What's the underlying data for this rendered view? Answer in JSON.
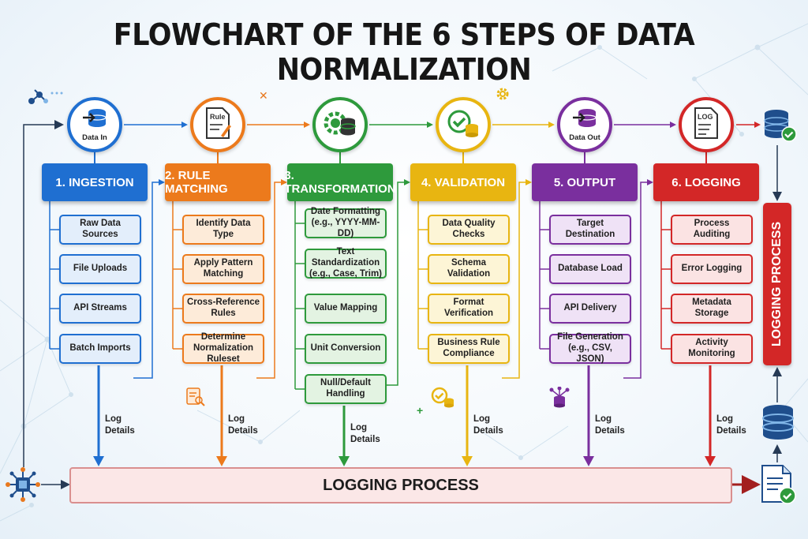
{
  "title": "FLOWCHART OF THE 6 STEPS OF DATA NORMALIZATION",
  "steps": [
    {
      "header": "1. INGESTION",
      "color": "#1f6fd1",
      "light": "#e3eefb",
      "icon": "data-in-icon",
      "icon_caption": "Data In",
      "items": [
        "Raw Data Sources",
        "File Uploads",
        "API Streams",
        "Batch Imports"
      ],
      "log_label": "Log\nDetails"
    },
    {
      "header": "2. RULE MATCHING",
      "color": "#ec7a1c",
      "light": "#fdebd9",
      "icon": "rule-document-icon",
      "icon_caption": "",
      "items": [
        "Identify Data Type",
        "Apply Pattern\nMatching",
        "Cross-Reference\nRules",
        "Determine\nNormalization\nRuleset"
      ],
      "log_label": "Log\nDetails"
    },
    {
      "header": "3. TRANSFORMATION",
      "color": "#2e9a3c",
      "light": "#e3f3e2",
      "icon": "gear-database-icon",
      "icon_caption": "",
      "items": [
        "Date Formatting\n(e.g., YYYY-MM-DD)",
        "Text Standardization\n(e.g., Case, Trim)",
        "Value Mapping",
        "Unit Conversion",
        "Null/Default\nHandling"
      ],
      "log_label": "Log\nDetails"
    },
    {
      "header": "4. VALIDATION",
      "color": "#e8b511",
      "light": "#fdf5d6",
      "icon": "check-database-icon",
      "icon_caption": "",
      "items": [
        "Data Quality\nChecks",
        "Schema\nValidation",
        "Format\nVerification",
        "Business Rule\nCompliance"
      ],
      "log_label": "Log\nDetails"
    },
    {
      "header": "5. OUTPUT",
      "color": "#7a2f9e",
      "light": "#efe2f6",
      "icon": "data-out-icon",
      "icon_caption": "Data Out",
      "items": [
        "Target\nDestination",
        "Database Load",
        "API Delivery",
        "File Generation\n(e.g., CSV, JSON)"
      ],
      "log_label": "Log\nDetails"
    },
    {
      "header": "6. LOGGING",
      "color": "#d32727",
      "light": "#fbe3e3",
      "icon": "log-document-icon",
      "icon_caption": "",
      "items": [
        "Process Auditing",
        "Error Logging",
        "Metadata\nStorage",
        "Activity\nMonitoring"
      ],
      "log_label": "Log\nDetails"
    }
  ],
  "logging_bar": "LOGGING PROCESS",
  "logging_vertical": "LOGGING PROCESS",
  "icons": {
    "left": "network-chip-icon",
    "right_top": "database-check-icon",
    "right_mid": "database-icon",
    "right_bottom": "document-check-icon"
  }
}
